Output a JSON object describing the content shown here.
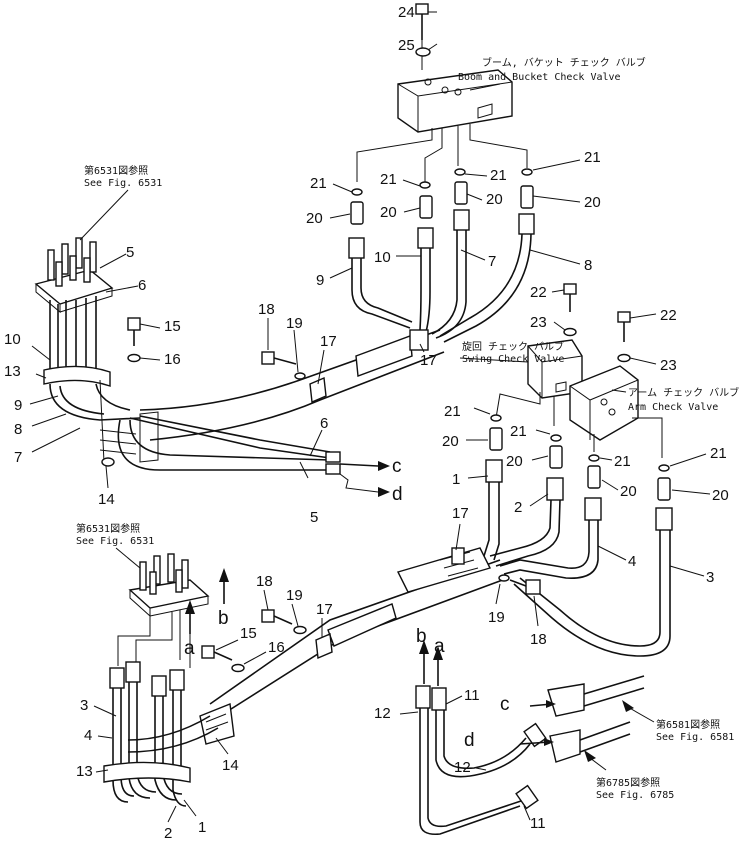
{
  "notes": {
    "boom_bucket_jp": "ブーム, バケット チェック バルブ",
    "boom_bucket_en": "Boom and Bucket Check Valve",
    "swing_jp": "旋回 チェック バルブ",
    "swing_en": "Swing Check Valve",
    "arm_jp": "アーム チェック バルブ",
    "arm_en": "Arm Check Valve",
    "ref_top_jp": "第6531図参照",
    "ref_top_en": "See Fig. 6531",
    "ref_mid_jp": "第6531図参照",
    "ref_mid_en": "See Fig. 6531",
    "ref_6581_jp": "第6581図参照",
    "ref_6581_en": "See Fig. 6581",
    "ref_6785_jp": "第6785図参照",
    "ref_6785_en": "See Fig. 6785"
  },
  "callouts": {
    "n24": "24",
    "n25": "25",
    "n21a": "21",
    "n21b": "21",
    "n21c": "21",
    "n21d": "21",
    "n20a": "20",
    "n20b": "20",
    "n20c": "20",
    "n20d": "20",
    "n9a": "9",
    "n10a": "10",
    "n7a": "7",
    "n8a": "8",
    "n22a": "22",
    "n23a": "23",
    "n22b": "22",
    "n23b": "23",
    "n18a": "18",
    "n19a": "19",
    "n17a": "17",
    "n17b": "17",
    "n5a": "5",
    "n6a": "6",
    "n15a": "15",
    "n16a": "16",
    "n10b": "10",
    "n13a": "13",
    "n9b": "9",
    "n8b": "8",
    "n7b": "7",
    "n14a": "14",
    "n6b": "6",
    "n5b": "5",
    "n21e": "21",
    "n21f": "21",
    "n21g": "21",
    "n21h": "21",
    "n20e": "20",
    "n20f": "20",
    "n20g": "20",
    "n20h": "20",
    "n1a": "1",
    "n2a": "2",
    "n4a": "4",
    "n3a": "3",
    "n17c": "17",
    "n19b": "19",
    "n18b": "18",
    "n18c": "18",
    "n19c": "19",
    "n17d": "17",
    "n15b": "15",
    "n16b": "16",
    "n3b": "3",
    "n4b": "4",
    "n13b": "13",
    "n14b": "14",
    "n2b": "2",
    "n1b": "1",
    "n12a": "12",
    "n11a": "11",
    "n12b": "12",
    "n11b": "11"
  },
  "markers": {
    "c_top": "c",
    "d_top": "d",
    "a_mid": "a",
    "b_mid": "b",
    "b_low": "b",
    "a_low": "a",
    "c_low": "c",
    "d_low": "d"
  }
}
